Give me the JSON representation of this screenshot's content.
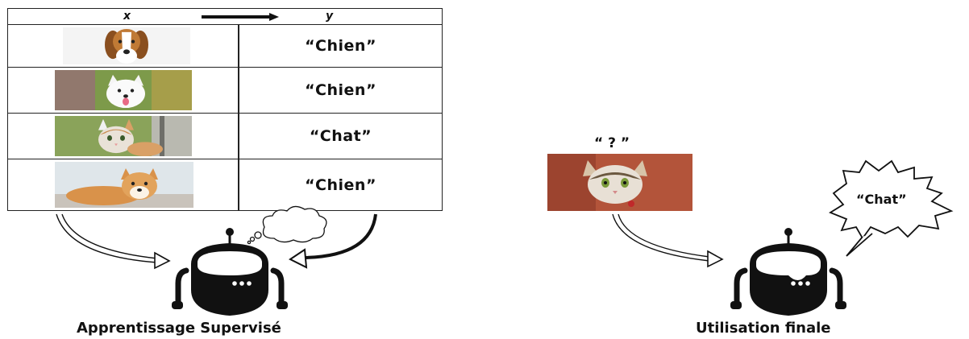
{
  "table": {
    "header_x": "x",
    "header_y": "y",
    "rows": [
      {
        "image": "beagle-dog-photo",
        "label": "“Chien”"
      },
      {
        "image": "white-dog-photo",
        "label": "“Chien”"
      },
      {
        "image": "tabby-cat-photo",
        "label": "“Chat”"
      },
      {
        "image": "shiba-dog-photo",
        "label": "“Chien”"
      }
    ]
  },
  "left_section": {
    "caption": "Apprentissage Supervisé"
  },
  "right_section": {
    "query_label": "“ ? ”",
    "prediction": "“Chat”",
    "caption": "Utilisation finale"
  },
  "icons": [
    "robot-icon",
    "thought-bubble-icon",
    "speech-burst-icon",
    "curved-arrow-icon"
  ],
  "colors": {
    "ink": "#111111",
    "white": "#ffffff"
  }
}
